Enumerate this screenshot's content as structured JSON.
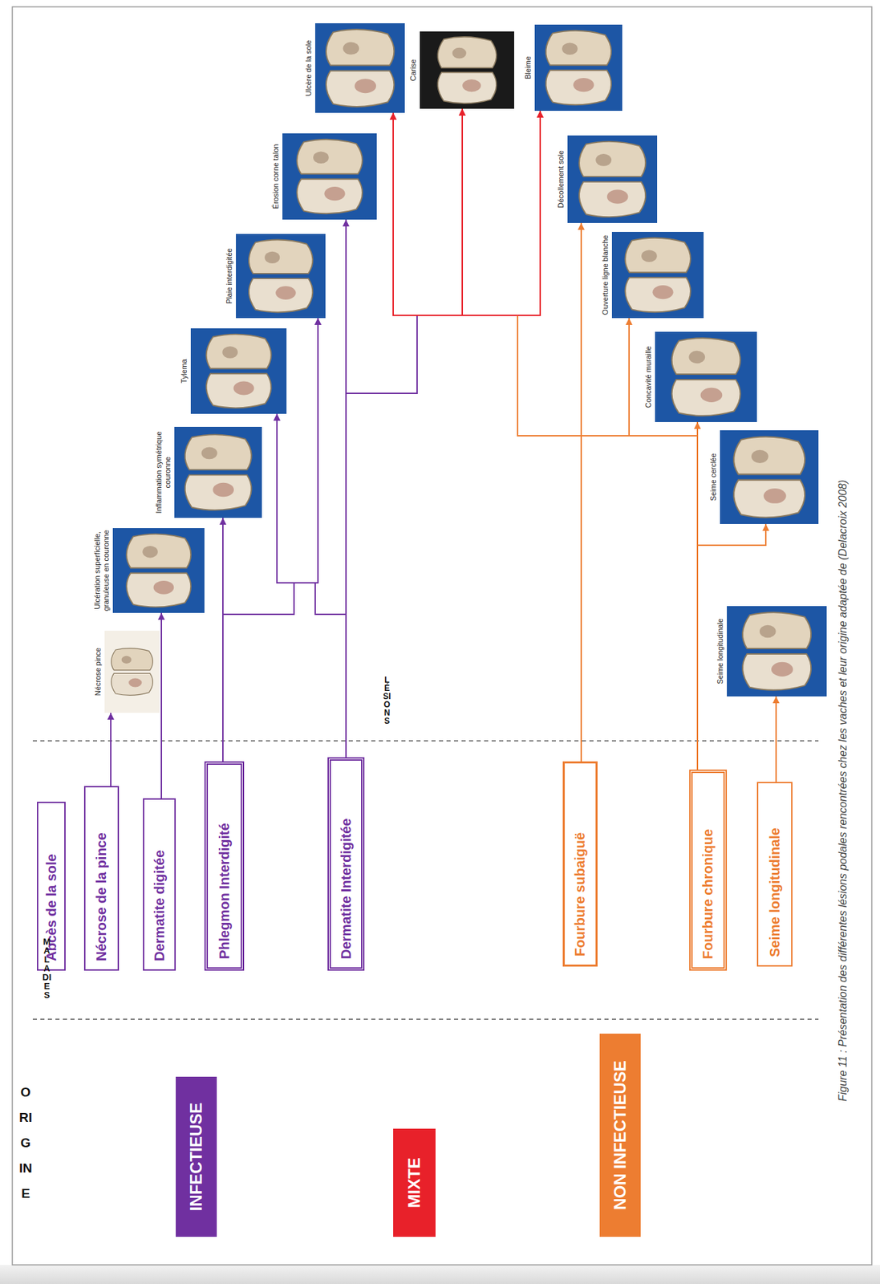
{
  "diagram": {
    "caption": "Figure 11 : Présentation des différentes lésions podales rencontrées chez les vaches et leur origine adaptée de (Delacroix 2008)",
    "nodes": [
      {
        "text": [
          "INFECTIEUSE"
        ]
      },
      {
        "text": [
          "MIXTE"
        ]
      },
      {
        "text": [
          "NON INFECTIEUSE"
        ]
      },
      {
        "text": [
          "Abcès de la sole"
        ]
      },
      {
        "text": [
          "Nécrose de la pince"
        ]
      },
      {
        "text": [
          "Dermatite digitée"
        ]
      },
      {
        "text": [
          "Phlegmon Interdigité"
        ]
      },
      {
        "text": [
          "Dermatite Interdigitée"
        ]
      },
      {
        "text": [
          "Fourbure subaiguë"
        ]
      },
      {
        "text": [
          "Fourbure chronique"
        ]
      },
      {
        "text": [
          "Seime longitudinale"
        ]
      },
      {
        "text": [
          "Nécrose pince"
        ]
      },
      {
        "text": [
          "Ulcération superficielle, granuleuse en couronne"
        ]
      },
      {
        "text": [
          "Inflammation symétrique couronne"
        ]
      },
      {
        "text": [
          "Tylema"
        ]
      },
      {
        "text": [
          "Plaie interdigitée"
        ]
      },
      {
        "text": [
          "Érosion corne talon"
        ]
      },
      {
        "text": [
          "Ulcère de la sole"
        ]
      },
      {
        "text": [
          "Carise"
        ]
      },
      {
        "text": [
          "Bleime"
        ]
      },
      {
        "text": [
          "Décollement sole"
        ]
      },
      {
        "text": [
          "Ouverture ligne blanche"
        ]
      },
      {
        "text": [
          "Concavité muraille"
        ]
      },
      {
        "text": [
          "Seime cerclée"
        ]
      },
      {
        "text": [
          "Seime longitudinale"
        ]
      }
    ],
    "edges": [
      {
        "from": 4,
        "to": 11,
        "arrow": "to"
      },
      {
        "from": 5,
        "to": 12,
        "arrow": "to"
      },
      {
        "from": 6,
        "to": 13,
        "arrow": "to"
      },
      {
        "from": 6,
        "to": 14,
        "arrow": "to"
      },
      {
        "from": 6,
        "to": 15,
        "arrow": "to"
      },
      {
        "from": 7,
        "to": 14,
        "arrow": "to"
      },
      {
        "from": 7,
        "to": 15,
        "arrow": "to"
      },
      {
        "from": 7,
        "to": 16,
        "arrow": "to"
      },
      {
        "from": 7,
        "to": 17,
        "arrow": "to"
      },
      {
        "from": 7,
        "to": 18,
        "arrow": "to"
      },
      {
        "from": 7,
        "to": 19,
        "arrow": "to"
      },
      {
        "from": 9,
        "to": 17,
        "arrow": "to"
      },
      {
        "from": 9,
        "to": 18,
        "arrow": "to"
      },
      {
        "from": 9,
        "to": 19,
        "arrow": "to"
      },
      {
        "from": 8,
        "to": 20,
        "arrow": "to"
      },
      {
        "from": 9,
        "to": 21,
        "arrow": "to"
      },
      {
        "from": 9,
        "to": 22,
        "arrow": "to"
      },
      {
        "from": 9,
        "to": 23,
        "arrow": "to"
      },
      {
        "from": 10,
        "to": 24,
        "arrow": "to"
      }
    ],
    "labels": [
      "ORIGINE",
      "MALADIES",
      "LÉSIONS"
    ]
  }
}
